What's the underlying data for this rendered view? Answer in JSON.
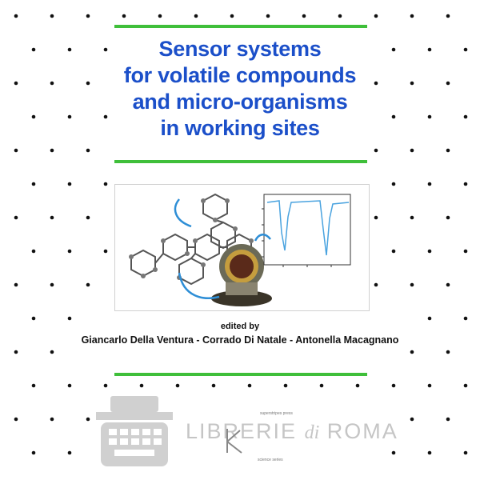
{
  "cover": {
    "title_lines": [
      "Sensor systems",
      "for volatile compounds",
      "and micro-organisms",
      "in working sites"
    ],
    "edited_by": "edited by",
    "editors": "Giancarlo Della Ventura - Corrado Di Natale - Antonella Macagnano",
    "publisher": "superstripes press",
    "series": "science series"
  },
  "watermark": {
    "text_main": "LIBRERIE",
    "text_di": "di",
    "text_end": "ROMA",
    "icon": "typewriter-icon"
  },
  "colors": {
    "title": "#1b4fc9",
    "bar": "#3fbf3a",
    "dots": "#111111",
    "plot_line": "#4aa3df",
    "arrow": "#2e8ed6"
  }
}
